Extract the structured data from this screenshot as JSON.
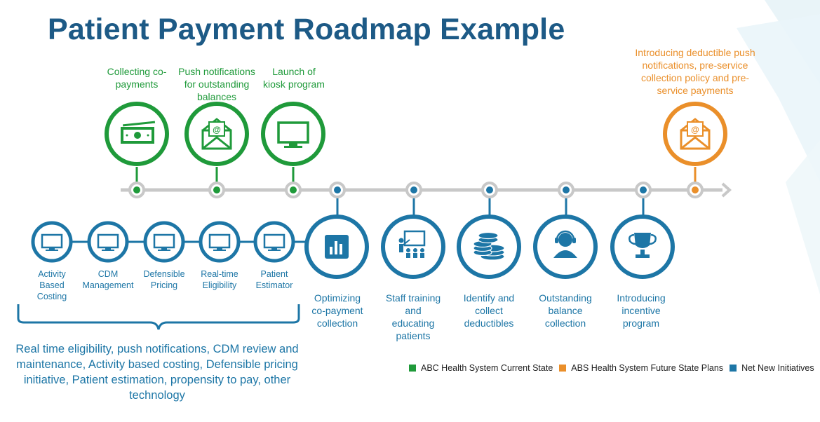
{
  "title": "Patient Payment Roadmap Example",
  "colors": {
    "green": "#1f9a3a",
    "orange": "#ea8f2a",
    "blue": "#1d76a6",
    "gray": "#c8c8c8",
    "title": "#1d5a86"
  },
  "current_state": [
    {
      "label": "Collecting co-\npayments",
      "icon": "money-icon"
    },
    {
      "label": "Push notifications\nfor outstanding\nbalances",
      "icon": "email-icon"
    },
    {
      "label": "Launch of\nkiosk program",
      "icon": "monitor-icon"
    }
  ],
  "future_state": [
    {
      "label": "Introducing deductible push\nnotifications, pre-service\ncollection policy and pre-\nservice payments",
      "icon": "email-icon"
    }
  ],
  "new_initiatives": [
    {
      "label": "Optimizing\nco-payment\ncollection",
      "icon": "chart-icon"
    },
    {
      "label": "Staff training\nand\neducating\npatients",
      "icon": "presentation-icon"
    },
    {
      "label": "Identify and\ncollect\ndeductibles",
      "icon": "coins-icon"
    },
    {
      "label": "Outstanding\nbalance\ncollection",
      "icon": "headset-icon"
    },
    {
      "label": "Introducing\nincentive\nprogram",
      "icon": "trophy-icon"
    }
  ],
  "technology_items": [
    {
      "label": "Activity\nBased\nCosting",
      "icon": "monitor-icon"
    },
    {
      "label": "CDM\nManagement",
      "icon": "monitor-icon"
    },
    {
      "label": "Defensible\nPricing",
      "icon": "monitor-icon"
    },
    {
      "label": "Real-time\nEligibility",
      "icon": "monitor-icon"
    },
    {
      "label": "Patient\nEstimator",
      "icon": "monitor-icon"
    }
  ],
  "summary": "Real time eligibility, push notifications, CDM review and maintenance, Activity based costing, Defensible pricing initiative, Patient estimation, propensity to pay,  other technology",
  "legend": [
    {
      "label": "ABC Health System Current State",
      "color": "#1f9a3a"
    },
    {
      "label": "ABS Health System Future State Plans",
      "color": "#ea8f2a"
    },
    {
      "label": "Net New Initiatives",
      "color": "#1d76a6"
    }
  ]
}
